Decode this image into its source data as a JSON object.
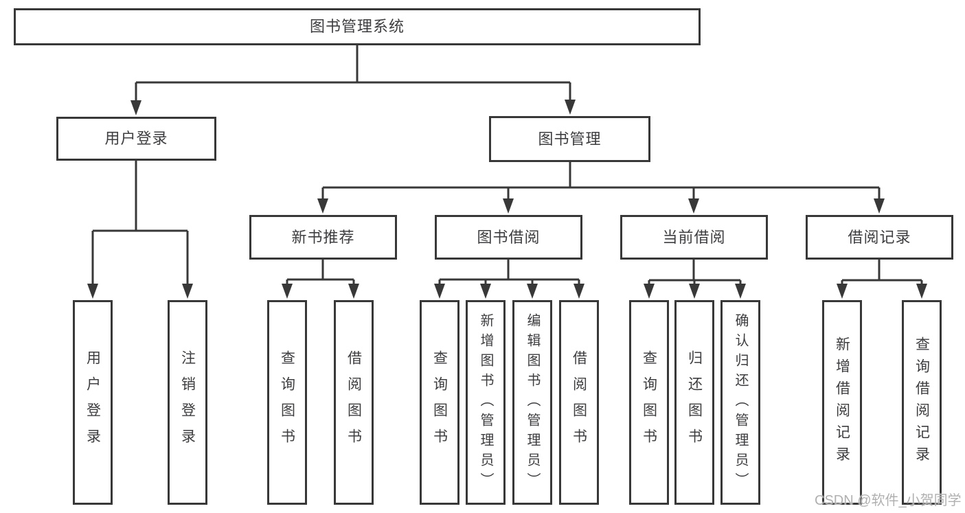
{
  "tree": {
    "label": "图书管理系统",
    "children": [
      {
        "label": "用户登录",
        "children": [
          {
            "label": "用户登录"
          },
          {
            "label": "注销登录"
          }
        ]
      },
      {
        "label": "图书管理",
        "children": [
          {
            "label": "新书推荐",
            "children": [
              {
                "label": "查询图书"
              },
              {
                "label": "借阅图书"
              }
            ]
          },
          {
            "label": "图书借阅",
            "children": [
              {
                "label": "查询图书"
              },
              {
                "label": "新增图书（管理员）"
              },
              {
                "label": "编辑图书（管理员）"
              },
              {
                "label": "借阅图书"
              }
            ]
          },
          {
            "label": "当前借阅",
            "children": [
              {
                "label": "查询图书"
              },
              {
                "label": "归还图书"
              },
              {
                "label": "确认归还（管理员）"
              }
            ]
          },
          {
            "label": "借阅记录",
            "children": [
              {
                "label": "新增借阅记录"
              },
              {
                "label": "查询借阅记录"
              }
            ]
          }
        ]
      }
    ]
  },
  "watermark": "CSDN @软件_小贺同学",
  "colors": {
    "line": "#383838",
    "text": "#3d3d40",
    "background": "#ffffff",
    "watermark": "#b0b0b0"
  }
}
